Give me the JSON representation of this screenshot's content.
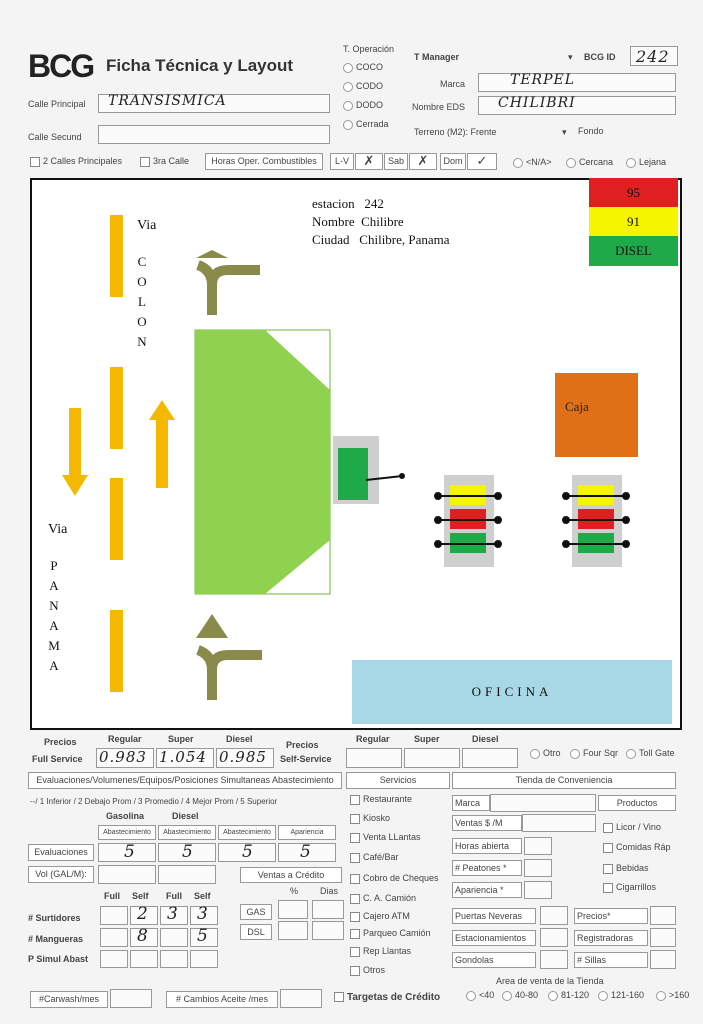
{
  "header": {
    "logo": "BCG",
    "title": "Ficha Técnica y Layout",
    "t_operacion_label": "T. Operación",
    "t_operacion_options": [
      "COCO",
      "CODO",
      "DODO",
      "Cerrada"
    ],
    "t_manager_label": "T Manager",
    "bcg_id_label": "BCG ID",
    "bcg_id_value": "242",
    "marca_label": "Marca",
    "marca_value": "TERPEL",
    "nombre_eds_label": "Nombre EDS",
    "nombre_eds_value": "CHILIBRI",
    "calle_principal_label": "Calle Principal",
    "calle_principal_value": "TRANSISMICA",
    "calle_secundaria_label": "Calle Secund",
    "terreno_label": "Terreno (M2): Frente",
    "fondo_label": "Fondo",
    "dos_calles_label": "2 Calles Principales",
    "tercera_calle_label": "3ra Calle",
    "horas_button": "Horas Oper. Combustibles",
    "lv_label": "L-V",
    "sab_label": "Sab",
    "dom_label": "Dom",
    "na_label": "<N/A>",
    "cercana_label": "Cercana",
    "lejana_label": "Lejana"
  },
  "layout": {
    "estacion_label": "estacion   242",
    "nombre_label": "Nombre  Chilibre",
    "ciudad_label": "Ciudad   Chilibre, Panama",
    "via_colon_title": "Via",
    "via_colon_letters": [
      "C",
      "O",
      "L",
      "O",
      "N"
    ],
    "via_panama_title": "Via",
    "via_panama_letters": [
      "P",
      "A",
      "N",
      "A",
      "M",
      "A"
    ],
    "legend": [
      {
        "label": "95",
        "color": "#e02020"
      },
      {
        "label": "91",
        "color": "#f5f500"
      },
      {
        "label": "DISEL",
        "color": "#1faa4a"
      }
    ],
    "caja_label": "Caja",
    "oficina_label": "OFICINA",
    "colors": {
      "building": "#8fd24f",
      "caja": "#e07018",
      "oficina": "#a8d8e6",
      "arrow_brown": "#8a8a4a",
      "arrow_yellow": "#f5b800"
    }
  },
  "precios": {
    "precios_label": "Precios",
    "full_service_label": "Full Service",
    "regular_label": "Regular",
    "super_label": "Super",
    "diesel_label": "Diesel",
    "regular_value": "0.983",
    "super_value": "1.054",
    "diesel_value": "0.985",
    "self_precios_label": "Precios",
    "self_service_label": "Self-Service",
    "self_regular_label": "Regular",
    "self_super_label": "Super",
    "self_diesel_label": "Diesel",
    "otro_label": "Otro",
    "four_sqr_label": "Four Sqr",
    "toll_gate_label": "Toll Gate"
  },
  "evaluaciones": {
    "tab_label": "Evaluaciones/Volumenes/Equipos/Posiciones Simultaneas Abastecimiento",
    "servicios_label": "Servicios",
    "tienda_label": "Tienda de Conveniencia",
    "scale_label": "--/  1 Inferior  /  2 Debajo Prom  /  3 Promedio  /  4 Mejor Prom  /  5 Superior",
    "gasolina_label": "Gasolina",
    "diesel_label": "Diesel",
    "col_headers": [
      "Abastecimiento",
      "Abastecimiento",
      "Abastecimiento",
      "Apariencia"
    ],
    "evaluaciones_label": "Evaluaciones",
    "eval_values": [
      "5",
      "5",
      "5",
      "5"
    ],
    "vol_label": "Vol (GAL/M):",
    "ventas_credito_label": "Ventas a Crédito",
    "pct_label": "%",
    "dias_label": "Dias",
    "full_label": "Full",
    "self_label": "Self",
    "surtidores_label": "# Surtidores",
    "surtidores_values": [
      "",
      "2",
      "3",
      "3"
    ],
    "mangueras_label": "# Mangueras",
    "mangueras_values": [
      "",
      "8",
      "",
      "5"
    ],
    "simul_label": "P Simul Abast",
    "gas_label": "GAS",
    "dsl_label": "DSL",
    "carwash_label": "#Carwash/mes",
    "cambios_label": "# Cambios Aceite /mes",
    "tarjetas_label": "Targetas de Crédito"
  },
  "servicios_list": [
    "Restaurante",
    "Kiosko",
    "Venta LLantas",
    "Café/Bar",
    "Cobro de Cheques",
    "C. A. Camión",
    "Cajero ATM",
    "Parqueo Camión",
    "Rep Llantas",
    "Otros"
  ],
  "tienda": {
    "marca_label": "Marca",
    "productos_label": "Productos",
    "ventas_label": "Ventas $ /M",
    "horas_label": "Horas abierta",
    "peatones_label": "# Peatones *",
    "apariencia_label": "Apariencia *",
    "puertas_label": "Puertas Neveras",
    "estacionamientos_label": "Estacionamientos",
    "gondolas_label": "Gondolas",
    "precios_label": "Precios*",
    "registradoras_label": "Registradoras",
    "sillas_label": "# Sillas",
    "productos_list": [
      "Licor / Vino",
      "Comidas Ráp",
      "Bebidas",
      "Cigarrillos"
    ],
    "area_label": "Area de venta de la Tienda",
    "area_options": [
      "<40",
      "40-80",
      "81-120",
      "121-160",
      ">160"
    ]
  }
}
